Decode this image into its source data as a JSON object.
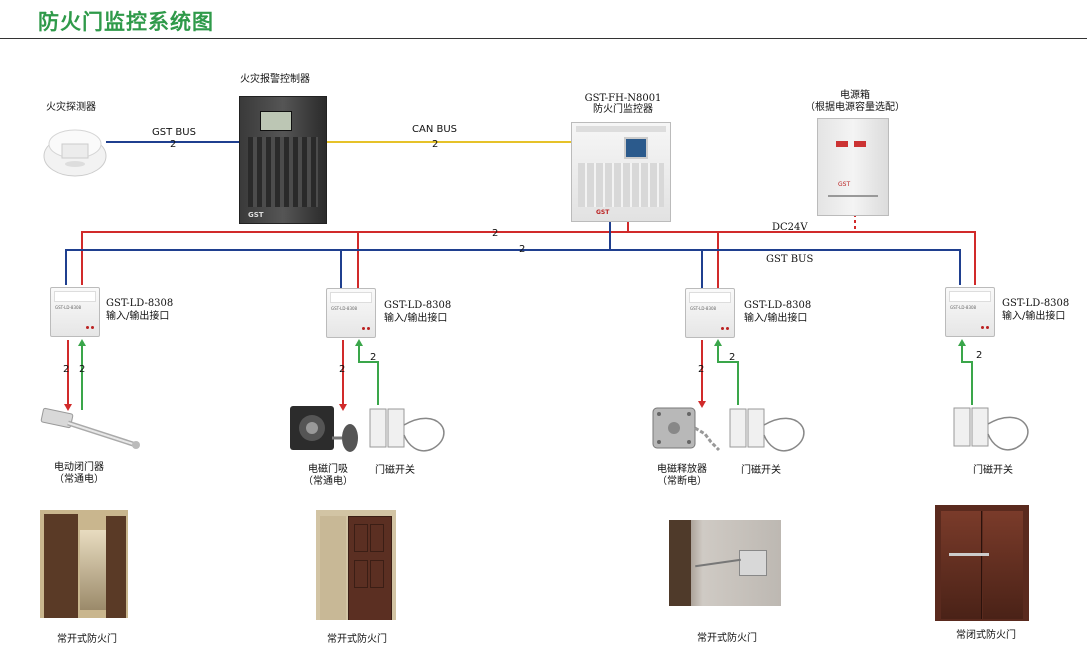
{
  "page": {
    "title": "防火门监控系统图"
  },
  "devices": {
    "detector": {
      "label": "火灾探测器"
    },
    "alarm_controller": {
      "label": "火灾报警控制器"
    },
    "monitor": {
      "model": "GST-FH-N8001",
      "label": "防火门监控器"
    },
    "power_box": {
      "label": "电源箱",
      "note": "（根据电源容量选配）"
    }
  },
  "buses": {
    "gst_bus_top": "GST BUS",
    "can_bus": "CAN BUS",
    "dc24v": "DC24V",
    "gst_bus_main": "GST BUS",
    "wire_count": "2"
  },
  "modules": [
    {
      "model": "GST-LD-8308",
      "label": "输入/输出接口"
    },
    {
      "model": "GST-LD-8308",
      "label": "输入/输出接口"
    },
    {
      "model": "GST-LD-8308",
      "label": "输入/输出接口"
    },
    {
      "model": "GST-LD-8308",
      "label": "输入/输出接口"
    }
  ],
  "field_devices": {
    "closer": {
      "label": "电动闭门器",
      "note": "（常通电）"
    },
    "holder": {
      "label": "电磁门吸",
      "note": "（常通电）"
    },
    "release": {
      "label": "电磁释放器",
      "note": "（常断电）"
    },
    "switch": {
      "label": "门磁开关"
    }
  },
  "doors": [
    {
      "label": "常开式防火门"
    },
    {
      "label": "常开式防火门"
    },
    {
      "label": "常开式防火门"
    },
    {
      "label": "常闭式防火门"
    }
  ],
  "colors": {
    "power": "#d12a2a",
    "bus": "#1f3f8f",
    "can": "#e6c229",
    "signal": "#3aa64a",
    "title": "#2f9a4a"
  }
}
